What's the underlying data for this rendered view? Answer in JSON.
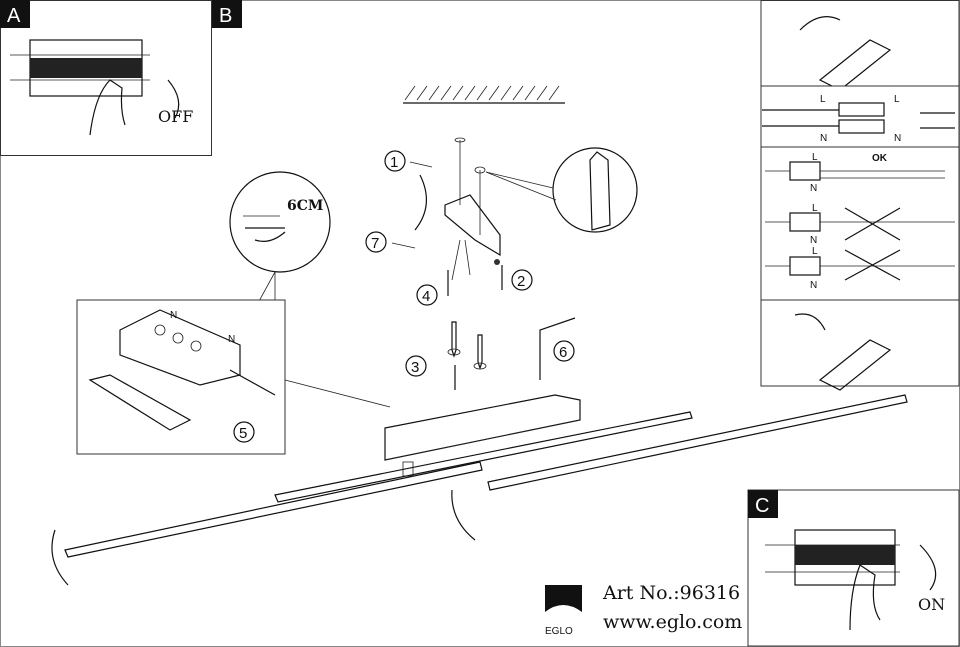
{
  "panels": {
    "a": {
      "label": "A",
      "state_text": "OFF"
    },
    "b": {
      "label": "B"
    },
    "c": {
      "label": "C",
      "state_text": "ON"
    }
  },
  "steps": [
    "1",
    "2",
    "3",
    "4",
    "5",
    "6",
    "7"
  ],
  "strip_length": "6CM",
  "wiring": {
    "live": "L",
    "neutral": "N",
    "ok_text": "OK"
  },
  "footer": {
    "brand": "EGLO",
    "article": "Art No.:96316",
    "website": "www.eglo.com"
  }
}
